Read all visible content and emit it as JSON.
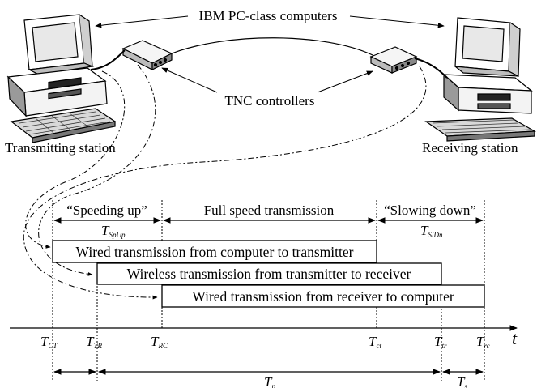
{
  "labels": {
    "computers": "IBM PC-class computers",
    "tnc": "TNC controllers",
    "tx_station": "Transmitting station",
    "rx_station": "Receiving station"
  },
  "phases": {
    "speeding_up": "“Speeding up”",
    "full_speed": "Full speed transmission",
    "slowing_down": "“Slowing down”",
    "t_spup_main": "T",
    "t_spup_sub": "SpUp",
    "t_sldn_main": "T",
    "t_sldn_sub": "SlDn"
  },
  "bars": {
    "wired_tx": "Wired transmission from computer to transmitter",
    "wireless": "Wireless transmission from transmitter to receiver",
    "wired_rx": "Wired transmission from receiver to computer"
  },
  "axis": {
    "t_label": "t",
    "ticks": [
      {
        "main": "T",
        "sub": "CT"
      },
      {
        "main": "T",
        "sub": "TR"
      },
      {
        "main": "T",
        "sub": "RC"
      },
      {
        "main": "T",
        "sub": "ct"
      },
      {
        "main": "T",
        "sub": "tr"
      },
      {
        "main": "T",
        "sub": "rc"
      }
    ]
  },
  "durations": {
    "tp_main": "T",
    "tp_sub": "p",
    "ts_main": "T",
    "ts_sub": "s"
  }
}
